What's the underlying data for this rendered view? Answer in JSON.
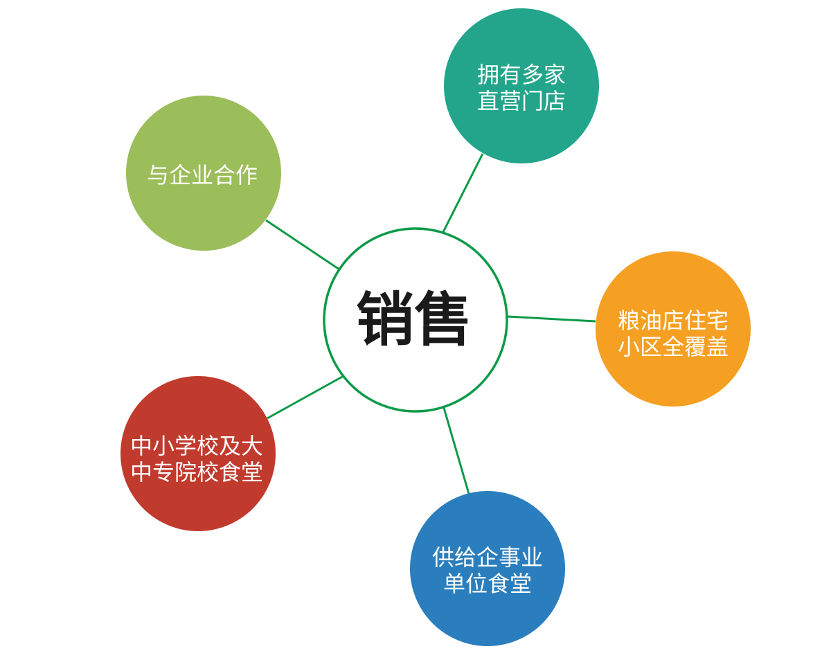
{
  "center": {
    "label": "销售",
    "stroke_color": "#0c9a48"
  },
  "connector_color": "#0c9a48",
  "nodes": [
    {
      "id": "direct-stores",
      "lines": [
        "拥有多家",
        "直营门店"
      ],
      "color": "#22a58a"
    },
    {
      "id": "enterprise-cooperation",
      "lines": [
        "与企业合作"
      ],
      "color": "#9bbd5a"
    },
    {
      "id": "grain-oil-residential",
      "lines": [
        "粮油店住宅",
        "小区全覆盖"
      ],
      "color": "#f5a023"
    },
    {
      "id": "school-canteens",
      "lines": [
        "中小学校及大",
        "中专院校食堂"
      ],
      "color": "#c03a2d"
    },
    {
      "id": "institution-canteens",
      "lines": [
        "供给企事业",
        "单位食堂"
      ],
      "color": "#2b7ebd"
    }
  ]
}
